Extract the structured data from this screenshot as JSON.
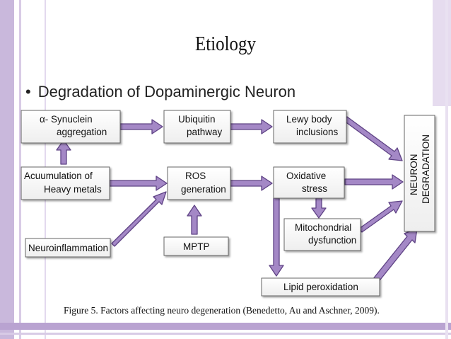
{
  "slide": {
    "title": "Etiology",
    "bullet_symbol": "•",
    "bullet_text": "Degradation of Dopaminergic Neuron",
    "caption": "Figure 5. Factors affecting neuro degeneration (Benedetto, Au and Aschner, 2009).",
    "colors": {
      "accent_purple": "#b9a3d1",
      "dark_purple": "#8563a9",
      "arrow_fill": "#a488c6",
      "arrow_stroke": "#5f4385"
    }
  },
  "diagram": {
    "nodes": [
      {
        "id": "synuclein",
        "lines": [
          "α- Synuclein",
          "aggregation"
        ]
      },
      {
        "id": "ubiquitin",
        "lines": [
          "Ubiquitin",
          "pathway"
        ]
      },
      {
        "id": "lewy",
        "lines": [
          "Lewy body",
          "inclusions"
        ]
      },
      {
        "id": "metals",
        "lines": [
          "Acuumulation of",
          "Heavy metals"
        ]
      },
      {
        "id": "ros",
        "lines": [
          "ROS",
          "generation"
        ]
      },
      {
        "id": "oxidative",
        "lines": [
          "Oxidative",
          "stress"
        ]
      },
      {
        "id": "neuroinflammation",
        "lines": [
          "Neuroinflammation"
        ]
      },
      {
        "id": "mptp",
        "lines": [
          "MPTP"
        ]
      },
      {
        "id": "mito",
        "lines": [
          "Mitochondrial",
          "dysfunction"
        ]
      },
      {
        "id": "lipid",
        "lines": [
          "Lipid peroxidation"
        ]
      },
      {
        "id": "neuron",
        "lines": [
          "NEURON",
          "DEGRADATION"
        ]
      }
    ],
    "edges": [
      {
        "from": "synuclein",
        "to": "ubiquitin"
      },
      {
        "from": "ubiquitin",
        "to": "lewy"
      },
      {
        "from": "lewy",
        "to": "neuron"
      },
      {
        "from": "metals",
        "to": "synuclein"
      },
      {
        "from": "metals",
        "to": "ros"
      },
      {
        "from": "ros",
        "to": "oxidative"
      },
      {
        "from": "oxidative",
        "to": "neuron"
      },
      {
        "from": "neuroinflammation",
        "to": "ros"
      },
      {
        "from": "mptp",
        "to": "ros"
      },
      {
        "from": "oxidative",
        "to": "mito"
      },
      {
        "from": "oxidative",
        "to": "lipid"
      },
      {
        "from": "mito",
        "to": "neuron"
      },
      {
        "from": "lipid",
        "to": "neuron"
      }
    ]
  }
}
